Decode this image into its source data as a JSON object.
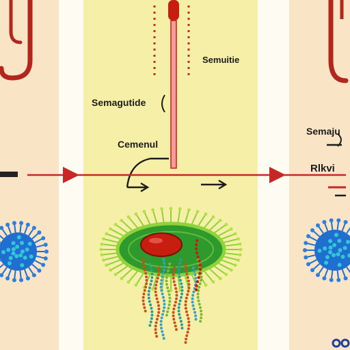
{
  "labels": {
    "semutide": "Semuitie",
    "semaglutide": "Semagutide",
    "cemenul": "Cemenul",
    "semaju": "Semaju",
    "rikvi": "Rlkvi"
  },
  "colors": {
    "left_panel": "#f9e4c6",
    "center_panel": "#f6efa8",
    "gap_panel": "#fefbf3",
    "arrow_red": "#c62828",
    "vessel_red": "#b3261e",
    "cell_green": "#2e9a2e",
    "nucleus_red": "#c81e10",
    "virus_blue": "#1e6fd0",
    "virus_spot": "#34c6d8"
  }
}
